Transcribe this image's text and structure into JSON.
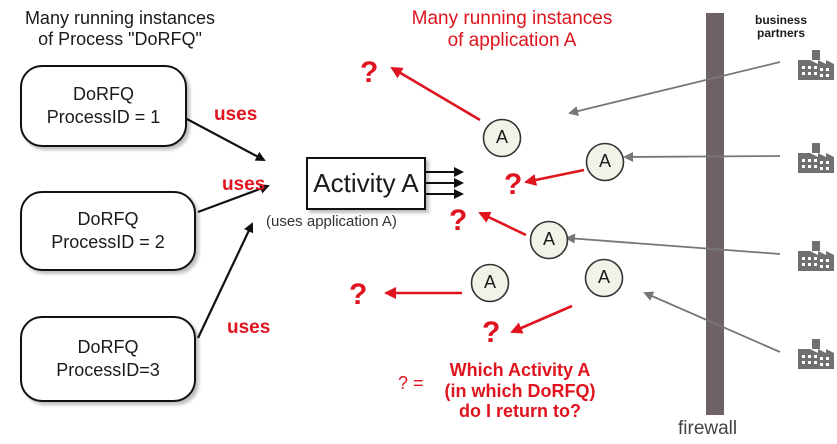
{
  "heading_left": {
    "line1": "Many running instances",
    "line2": "of Process \"DoRFQ\""
  },
  "heading_center": {
    "line1": "Many running instances",
    "line2": "of application A"
  },
  "partners_label": {
    "line1": "business",
    "line2": "partners"
  },
  "processes": [
    {
      "name": "DoRFQ",
      "id_text": "ProcessID = 1"
    },
    {
      "name": "DoRFQ",
      "id_text": "ProcessID = 2"
    },
    {
      "name": "DoRFQ",
      "id_text": "ProcessID=3"
    }
  ],
  "uses_labels": [
    "uses",
    "uses",
    "uses"
  ],
  "activity": {
    "label": "Activity A",
    "caption": "(uses application A)"
  },
  "instance_label": "A",
  "question_mark": "?",
  "legend": {
    "symbol": "? =",
    "line1": "Which Activity A",
    "line2": "(in which DoRFQ)",
    "line3": "do I return to?"
  },
  "firewall_label": "firewall",
  "colors": {
    "accent_red": "#e0141e",
    "firewall": "#6e6268",
    "instance_fill": "#f2f2e8",
    "partner_arrow": "#777777",
    "factory": "#707070"
  }
}
